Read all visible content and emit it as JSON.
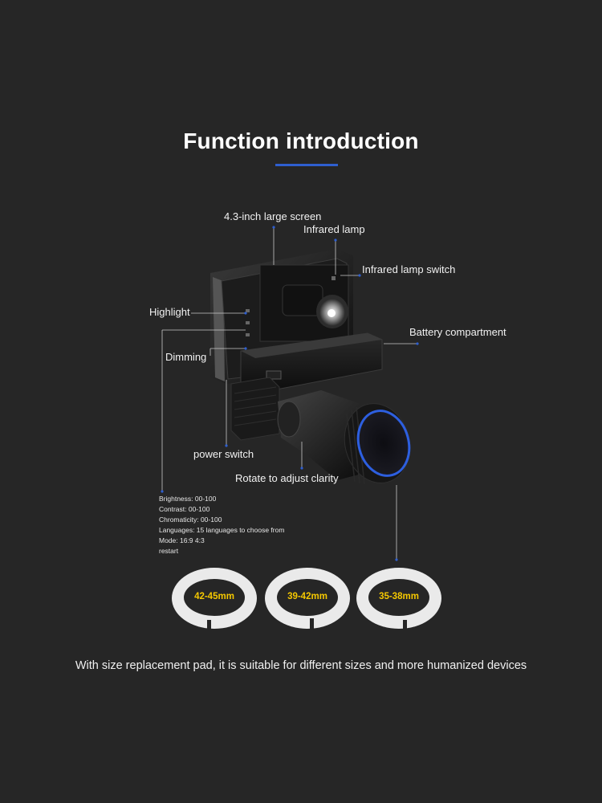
{
  "title": "Function introduction",
  "accent_color": "#2f5fcf",
  "callouts": {
    "screen": "4.3-inch large screen",
    "infrared_lamp": "Infrared lamp",
    "infrared_lamp_switch": "Infrared lamp switch",
    "highlight": "Highlight",
    "battery": "Battery compartment",
    "dimming": "Dimming",
    "power_switch": "power switch",
    "rotate": "Rotate to adjust clarity"
  },
  "specs": [
    "Brightness: 00-100",
    "Contrast: 00-100",
    "Chromaticity: 00-100",
    "Languages: 15 languages to choose from",
    "Mode: 16:9 4:3",
    "restart"
  ],
  "rings": [
    "42-45mm",
    "39-42mm",
    "35-38mm"
  ],
  "footer": "With size replacement pad, it is suitable for different sizes and more humanized devices"
}
